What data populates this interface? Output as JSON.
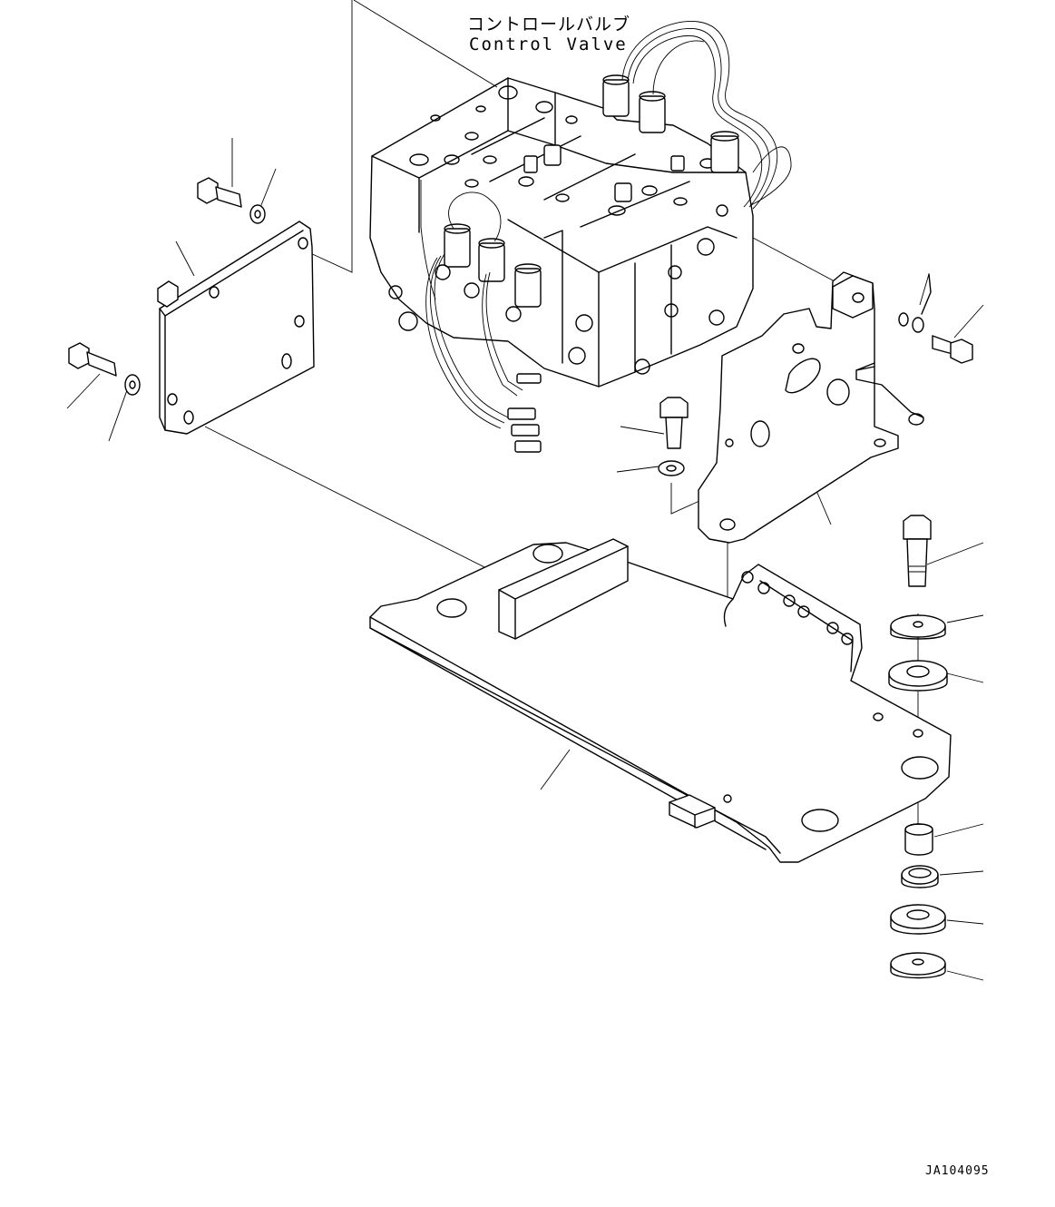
{
  "labels": {
    "control_valve_jp": "コントロールバルブ",
    "control_valve_en": "Control Valve",
    "drawing_code": "JA104095"
  }
}
